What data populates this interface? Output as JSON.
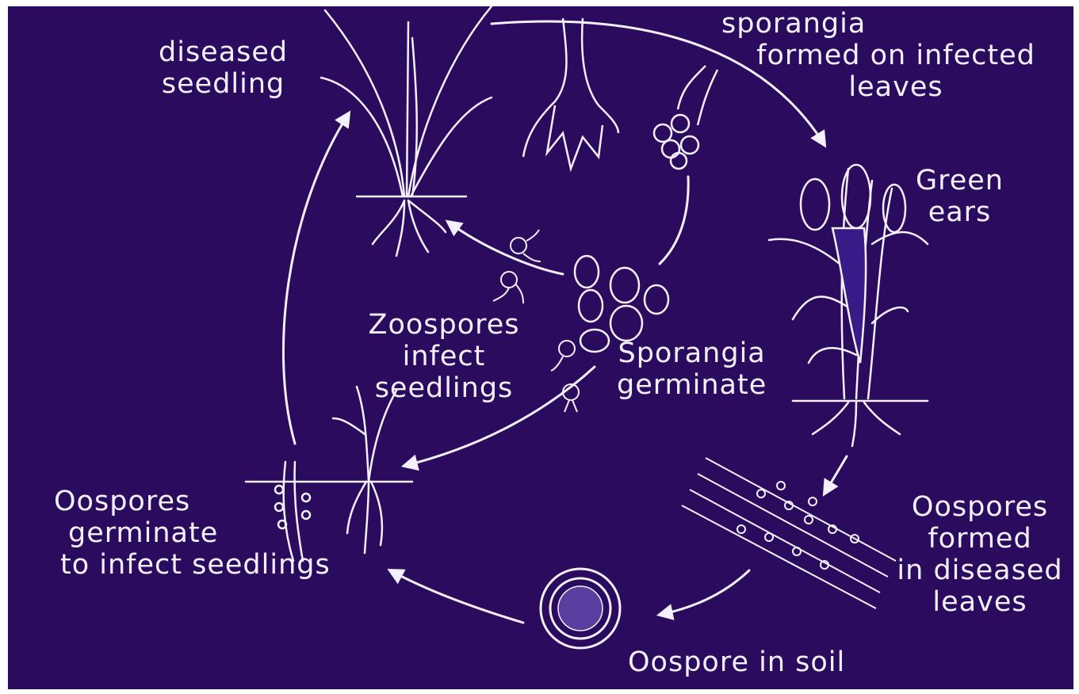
{
  "colors": {
    "background": "#2a0b5e",
    "foreground": "#f4f0ff",
    "frame": "#ffffff"
  },
  "labels": {
    "diseased_seedling": [
      "diseased",
      "seedling"
    ],
    "sporangia_formed": [
      "sporangia",
      "formed on infected",
      "leaves"
    ],
    "green_ears": [
      "Green",
      "ears"
    ],
    "zoospores_infect": [
      "Zoospores",
      "infect",
      "seedlings"
    ],
    "sporangia_germinate": [
      "Sporangia",
      "germinate"
    ],
    "oospores_germinate": [
      "Oospores",
      "germinate",
      "to infect  seedlings"
    ],
    "oospores_formed": [
      "Oospores",
      "formed",
      "in diseased",
      "leaves"
    ],
    "oospore_in_soil": "Oospore in soil"
  }
}
